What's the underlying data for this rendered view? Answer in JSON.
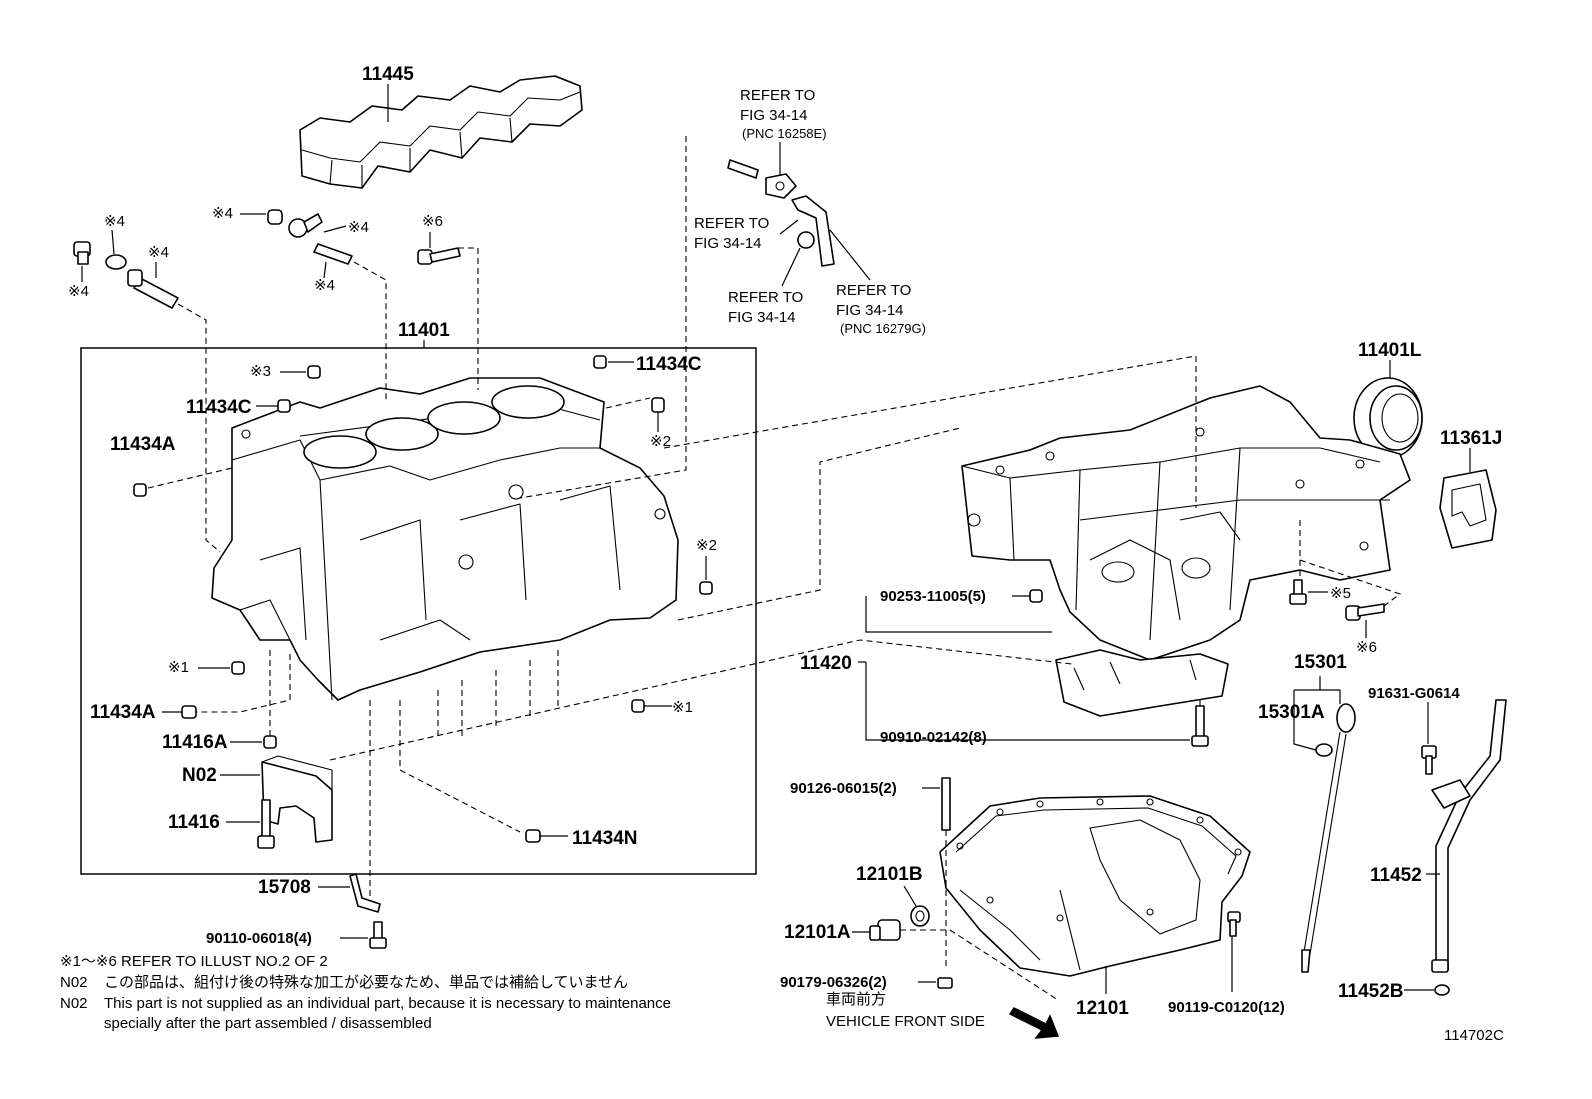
{
  "labels": {
    "p11445": "11445",
    "p11401": "11401",
    "p11434C_top": "11434C",
    "p11434C_left": "11434C",
    "p11434A_upper": "11434A",
    "p11434A_lower": "11434A",
    "p11416A": "11416A",
    "pN02": "N02",
    "p11416": "11416",
    "p11434N": "11434N",
    "p15708": "15708",
    "p90110": "90110-06018(4)",
    "p11401L": "11401L",
    "p11361J": "11361J",
    "p90253": "90253-11005(5)",
    "p11420": "11420",
    "p90910": "90910-02142(8)",
    "p15301": "15301",
    "p15301A": "15301A",
    "p91631": "91631-G0614",
    "p90126": "90126-06015(2)",
    "p12101B": "12101B",
    "p12101A": "12101A",
    "p90179": "90179-06326(2)",
    "p12101": "12101",
    "p90119": "90119-C0120(12)",
    "p11452": "11452",
    "p11452B": "11452B"
  },
  "marks": {
    "m1a": "※1",
    "m1b": "※1",
    "m2a": "※2",
    "m2b": "※2",
    "m3": "※3",
    "m4a": "※4",
    "m4b": "※4",
    "m4c": "※4",
    "m4d": "※4",
    "m4e": "※4",
    "m4f": "※4",
    "m5": "※5",
    "m6a": "※6",
    "m6b": "※6"
  },
  "refs": {
    "r1_l1": "REFER TO",
    "r1_l2": "FIG 34-14",
    "r1_l3": "(PNC 16258E)",
    "r2_l1": "REFER TO",
    "r2_l2": "FIG 34-14",
    "r3_l1": "REFER TO",
    "r3_l2": "FIG 34-14",
    "r4_l1": "REFER TO",
    "r4_l2": "FIG 34-14",
    "r4_l3": "(PNC 16279G)"
  },
  "notes": {
    "line1": "※1～※6 REFER TO ILLUST NO.2 OF 2",
    "line2_code": "N02",
    "line2_text": "この部品は、組付け後の特殊な加工が必要なため、単品では補給していません",
    "line3_code": "N02",
    "line3_text": "This part is not supplied as an individual part, because it is necessary to maintenance",
    "line4_text": "specially after the part assembled / disassembled",
    "front_jp": "車両前方",
    "front_en": "VEHICLE FRONT SIDE",
    "illust_no": "114702C"
  }
}
